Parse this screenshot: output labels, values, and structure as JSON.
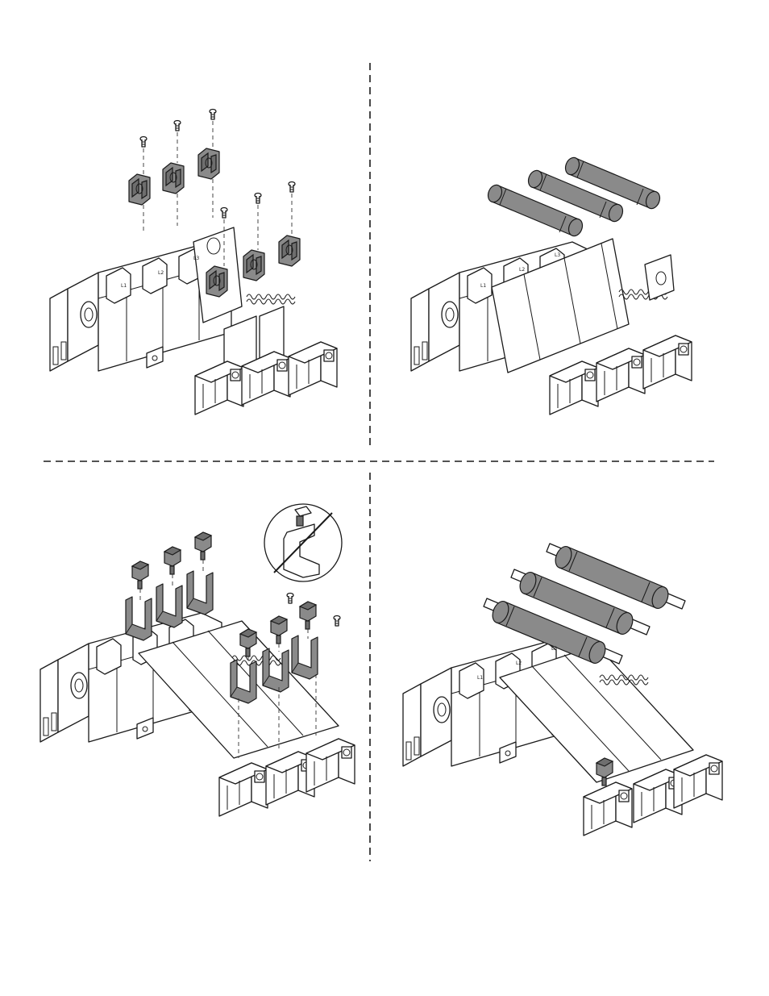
{
  "figure": {
    "panels": [
      {
        "id": "top-left",
        "content": "fuse-clips-exploded"
      },
      {
        "id": "top-right",
        "content": "ferrule-fuses-installed"
      },
      {
        "id": "bottom-left",
        "content": "lug-clips-exploded"
      },
      {
        "id": "bottom-right",
        "content": "blade-fuses-installed"
      }
    ],
    "pole_labels": [
      "L1",
      "L2",
      "L3"
    ],
    "colors": {
      "line": "#1a1a1a",
      "part_fill": "#ffffff",
      "highlight_part": "#8a8a8a"
    }
  }
}
